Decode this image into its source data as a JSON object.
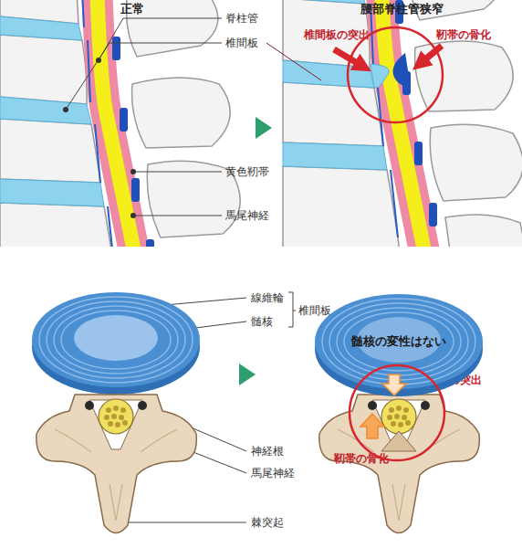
{
  "diagram": {
    "nodes": [
      {
        "text": [
          "髄核の変性はない"
        ]
      }
    ],
    "labels": [
      "正常",
      "腰部脊柱管狭窄",
      "脊柱管",
      "椎間板",
      "黄色靭帯",
      "馬尾神経",
      "椎間板の突出",
      "靭帯の骨化",
      "線維輪",
      "髄核",
      "椎間板",
      "神経根",
      "馬尾神経",
      "棘突起",
      "椎間板の突出",
      "靭帯の骨化"
    ]
  }
}
